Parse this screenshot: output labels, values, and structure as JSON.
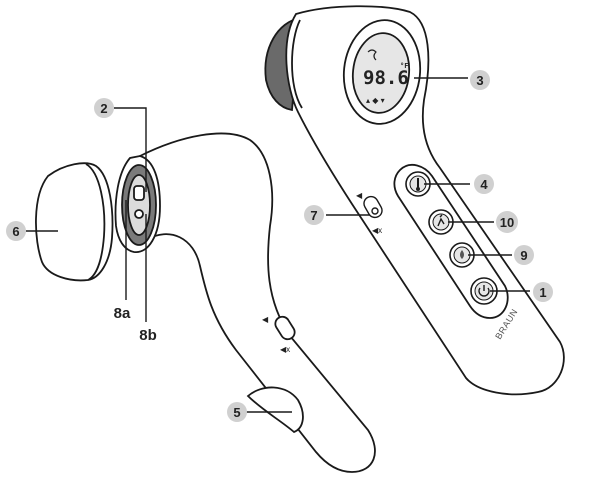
{
  "display": {
    "reading": "98.6",
    "unit": "°F"
  },
  "brand": "BRAUN",
  "callouts": [
    {
      "id": "1",
      "label": "1"
    },
    {
      "id": "2",
      "label": "2"
    },
    {
      "id": "3",
      "label": "3"
    },
    {
      "id": "4",
      "label": "4"
    },
    {
      "id": "5",
      "label": "5"
    },
    {
      "id": "6",
      "label": "6"
    },
    {
      "id": "7",
      "label": "7"
    },
    {
      "id": "8a",
      "label": "8a"
    },
    {
      "id": "8b",
      "label": "8b"
    },
    {
      "id": "9",
      "label": "9"
    },
    {
      "id": "10",
      "label": "10"
    }
  ],
  "colors": {
    "outline": "#1a1a1a",
    "callout_fill": "#d0d0d0",
    "lens_dark": "#6e6e6e",
    "lcd_bg": "#e6e6e6",
    "body_fill": "#ffffff"
  },
  "icons": {
    "button_4": "thermometer-icon",
    "button_10": "running-person-icon",
    "button_9": "drop-icon",
    "button_1": "power-icon",
    "switch_on": "speaker-icon",
    "switch_off": "speaker-muted-icon"
  }
}
